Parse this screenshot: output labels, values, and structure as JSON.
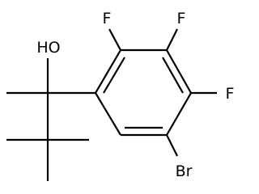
{
  "molecule": {
    "atom_labels": {
      "hydroxyl": "HO",
      "fluorine_2": "F",
      "fluorine_3": "F",
      "fluorine_4": "F",
      "bromine": "Br"
    }
  }
}
